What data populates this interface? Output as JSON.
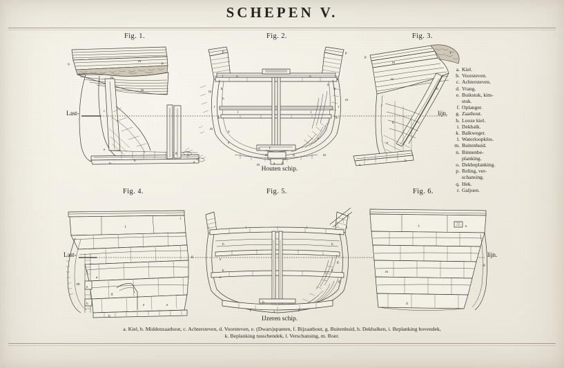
{
  "plate": {
    "title": "SCHEPEN V.",
    "background_color": "#f0ece2",
    "ink_color": "#3a3630"
  },
  "figures": [
    {
      "id": "fig1",
      "label": "Fig. 1.",
      "subcaption": "",
      "description": "Wooden ship stern section, longitudinal",
      "part_labels": [
        "q",
        "p",
        "m",
        "m",
        "m",
        "c",
        "e",
        "h",
        "g",
        "a",
        "a"
      ]
    },
    {
      "id": "fig2",
      "label": "Fig. 2.",
      "subcaption": "Houten schip.",
      "description": "Wooden ship midship cross-section",
      "part_labels": [
        "p",
        "p",
        "o",
        "o",
        "i",
        "i",
        "k",
        "k",
        "n",
        "n",
        "r",
        "r",
        "m",
        "m",
        "e",
        "e",
        "d",
        "d",
        "f",
        "g",
        "a",
        "h",
        "l",
        "l"
      ]
    },
    {
      "id": "fig3",
      "label": "Fig. 3.",
      "subcaption": "",
      "description": "Wooden ship bow section, longitudinal",
      "part_labels": [
        "p",
        "m",
        "m",
        "r",
        "b",
        "c",
        "e",
        "h",
        "a",
        "g"
      ]
    },
    {
      "id": "fig4",
      "label": "Fig. 4.",
      "subcaption": "",
      "description": "Iron ship stern section, longitudinal",
      "part_labels": [
        "i",
        "i",
        "g",
        "a",
        "k",
        "m",
        "g",
        "e",
        "e",
        "c",
        "h",
        "b"
      ]
    },
    {
      "id": "fig5",
      "label": "Fig. 5.",
      "subcaption": "IJzeren schip.",
      "description": "Iron ship midship cross-section",
      "part_labels": [
        "l",
        "l",
        "i",
        "i",
        "h",
        "h",
        "k",
        "k",
        "e",
        "e",
        "g",
        "g",
        "b",
        "a",
        "f",
        "f"
      ]
    },
    {
      "id": "fig6",
      "label": "Fig. 6.",
      "subcaption": "",
      "description": "Iron ship bow section, longitudinal",
      "part_labels": [
        "i",
        "g",
        "d",
        "m",
        "e"
      ]
    }
  ],
  "waterline": {
    "upper_left_label": "Last-",
    "upper_right_label": "lijn.",
    "lower_left_label": "Last-",
    "lower_right_label": "lijn."
  },
  "legend": {
    "items": [
      {
        "key": "a.",
        "value": "Kiel."
      },
      {
        "key": "b.",
        "value": "Voorsteven."
      },
      {
        "key": "c.",
        "value": "Achtersteven."
      },
      {
        "key": "d.",
        "value": "Vrang."
      },
      {
        "key": "e.",
        "value": "Buikstuk, kim-",
        "cont": "stuk."
      },
      {
        "key": "f.",
        "value": "Oplanger."
      },
      {
        "key": "g.",
        "value": "Zaathout."
      },
      {
        "key": "h.",
        "value": "Looze kiel."
      },
      {
        "key": "i.",
        "value": "Dekbalk."
      },
      {
        "key": "k.",
        "value": "Balkweger."
      },
      {
        "key": "l.",
        "value": "Waterloopklos."
      },
      {
        "key": "m.",
        "value": "Buitenhuid."
      },
      {
        "key": "n.",
        "value": "Binnenbe-",
        "cont": "planking."
      },
      {
        "key": "o.",
        "value": "Dekbeplanking."
      },
      {
        "key": "p.",
        "value": "Reling, ver-",
        "cont": "schansing."
      },
      {
        "key": "q.",
        "value": "Hek."
      },
      {
        "key": "r.",
        "value": "Galjoen."
      }
    ]
  },
  "bottom_caption": {
    "line1": "a. Kiel, b. Middenzaathout, c. Achtersteven, d. Voorsteven, e. (Dwars)spanten, f. Bijzaathout, g. Buitenhuid, h. Dekbalken, i. Beplanking bovendek,",
    "line2": "k. Beplanking tusschendek, l. Verschansing, m. Roer."
  }
}
